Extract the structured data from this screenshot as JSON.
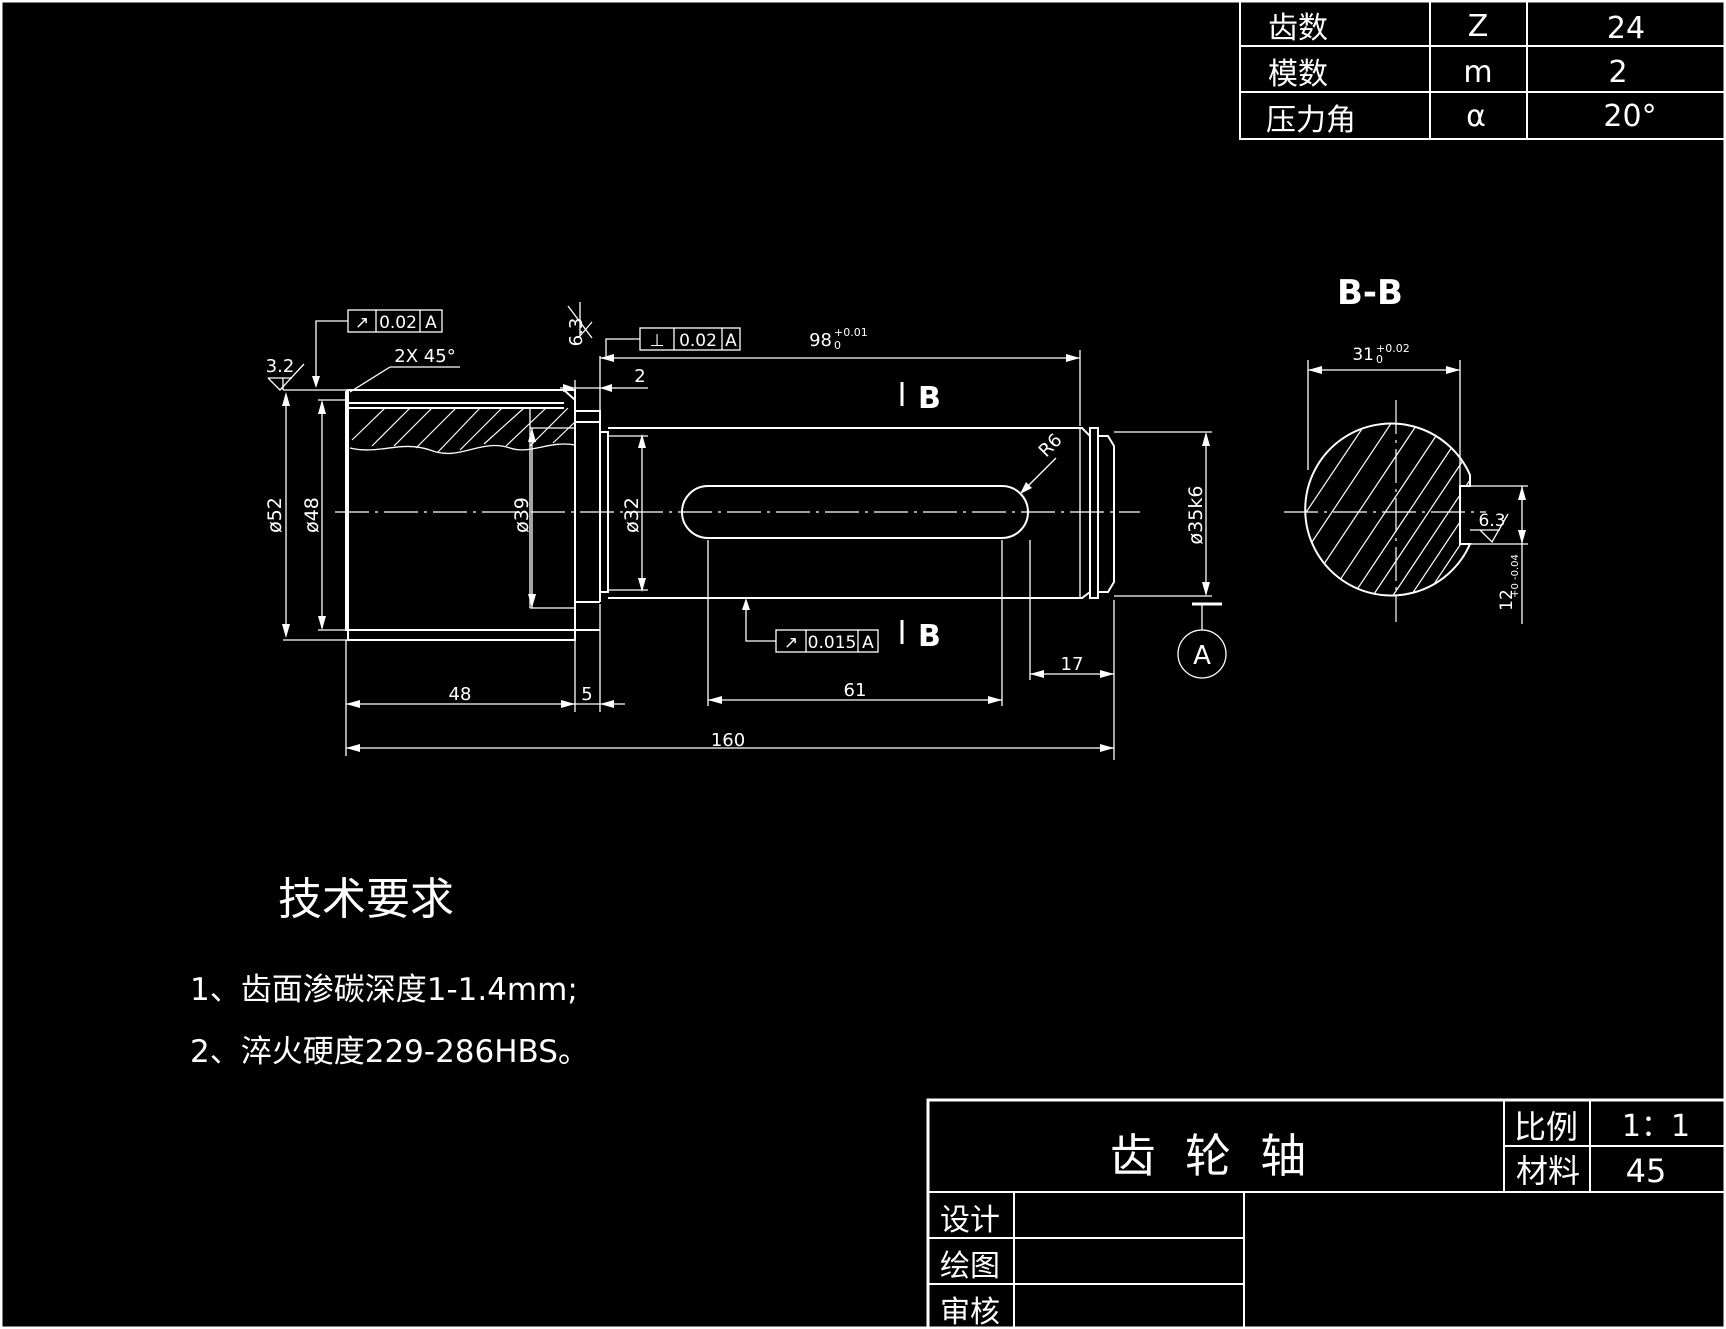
{
  "gear_table": {
    "rows": [
      {
        "name": "齿数",
        "symbol": "Z",
        "value": "24"
      },
      {
        "name": "模数",
        "symbol": "m",
        "value": "2"
      },
      {
        "name": "压力角",
        "symbol": "α",
        "value": "20°"
      }
    ]
  },
  "section_view": {
    "title": "B-B",
    "dim_width": "31",
    "dim_width_tol_upper": "+0.02",
    "dim_width_tol_lower": "0",
    "dim_depth": "12",
    "dim_depth_tol": "+0 -0.04",
    "roughness": "6.3"
  },
  "main_view": {
    "tolerance_runout_top": {
      "symbol": "↗",
      "value": "0.02",
      "datum": "A"
    },
    "tolerance_perp": {
      "symbol": "⊥",
      "value": "0.02",
      "datum": "A"
    },
    "tolerance_runout_bottom": {
      "symbol": "↗",
      "value": "0.015",
      "datum": "A"
    },
    "roughness_left": "3.2",
    "roughness_shoulder": "6.3",
    "chamfer": "2X 45°",
    "dim_98": "98",
    "dim_98_tol_upper": "+0.01",
    "dim_98_tol_lower": "0",
    "dim_2": "2",
    "section_mark": "B",
    "radius": "R6",
    "dia_52": "ø52",
    "dia_48": "ø48",
    "dia_39": "ø39",
    "dia_32": "ø32",
    "dia_35k6": "ø35k6",
    "datum": "A",
    "dim_48": "48",
    "dim_5": "5",
    "dim_61": "61",
    "dim_17": "17",
    "dim_160": "160"
  },
  "tech_requirements": {
    "title": "技术要求",
    "items": [
      "1、齿面渗碳深度1-1.4mm;",
      "2、淬火硬度229-286HBS。"
    ]
  },
  "title_block": {
    "part_name": "齿  轮  轴",
    "scale_label": "比例",
    "scale_value": "1：1",
    "material_label": "材料",
    "material_value": "45",
    "design_label": "设计",
    "drawing_label": "绘图",
    "review_label": "审核"
  }
}
